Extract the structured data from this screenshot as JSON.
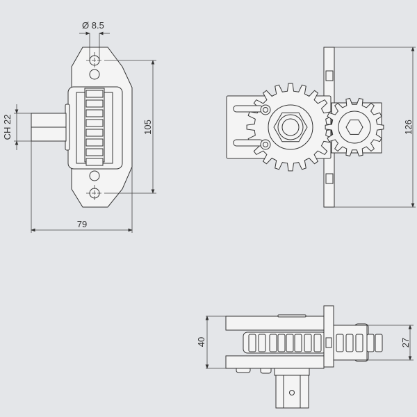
{
  "drawing": {
    "title": "Gear rack drive unit technical drawing",
    "dimensions": {
      "hole_diameter": "Ø 8.5",
      "wrench_size": "CH 22",
      "hole_spacing": "105",
      "overall_width": "79",
      "overall_height": "126",
      "depth": "40",
      "gear_width": "27"
    }
  }
}
